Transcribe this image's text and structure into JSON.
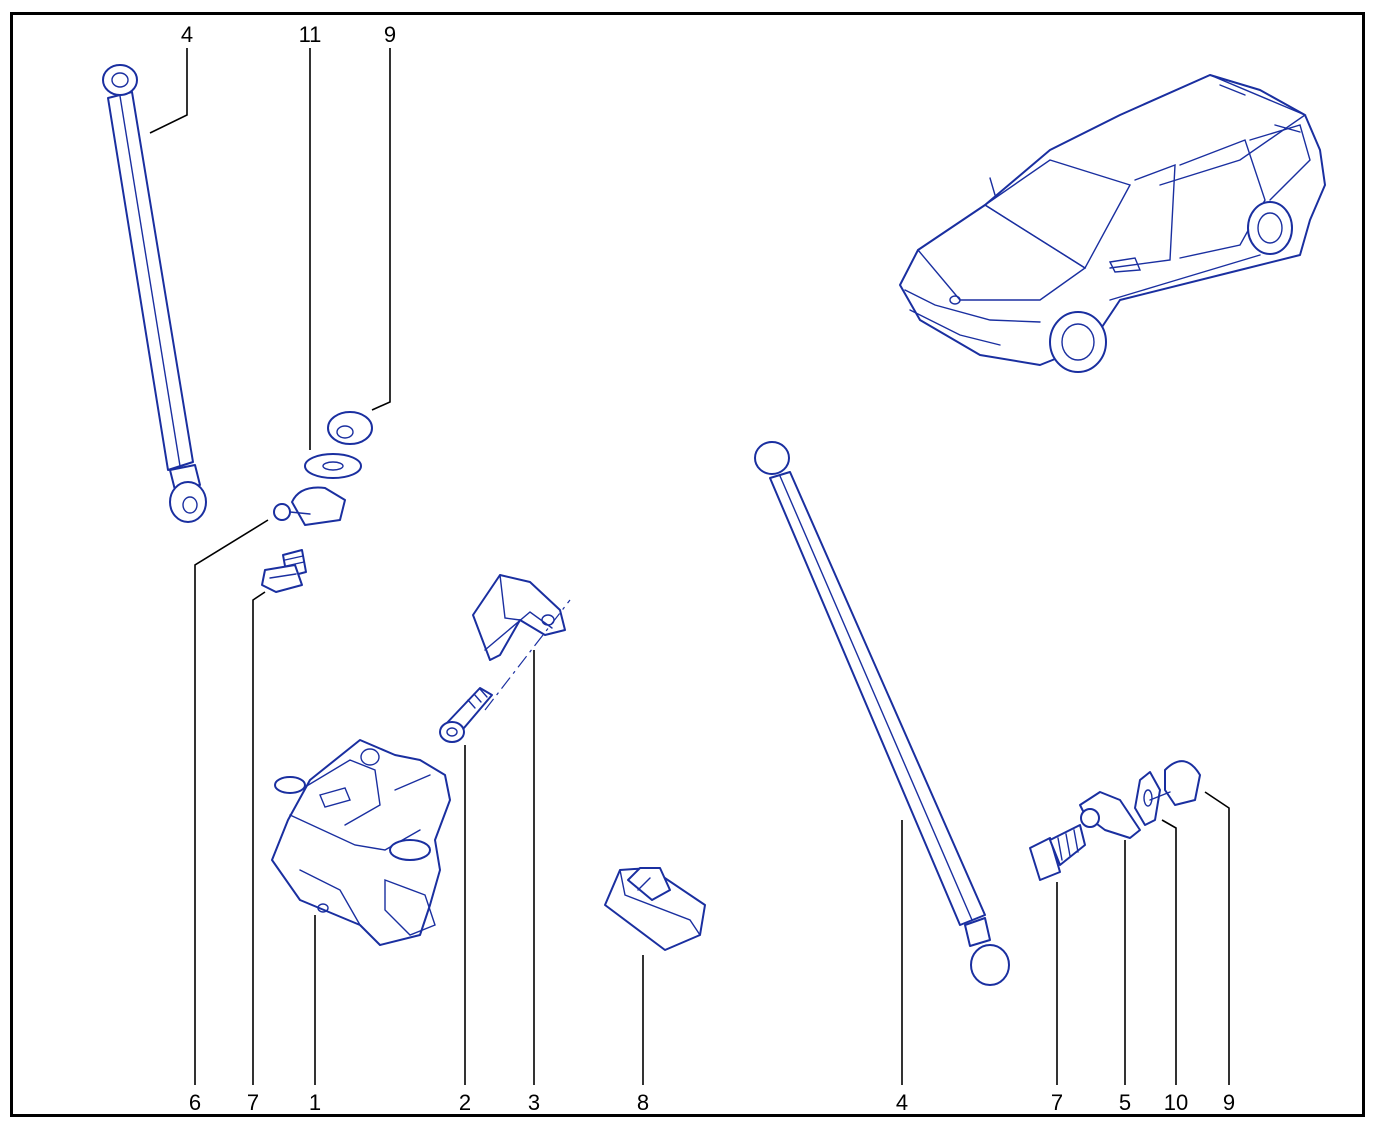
{
  "callouts": [
    {
      "id": "top-4",
      "text": "4"
    },
    {
      "id": "top-11",
      "text": "11"
    },
    {
      "id": "top-9",
      "text": "9"
    },
    {
      "id": "bot-6",
      "text": "6"
    },
    {
      "id": "bot-7a",
      "text": "7"
    },
    {
      "id": "bot-1",
      "text": "1"
    },
    {
      "id": "bot-2",
      "text": "2"
    },
    {
      "id": "bot-3",
      "text": "3"
    },
    {
      "id": "bot-8",
      "text": "8"
    },
    {
      "id": "bot-4",
      "text": "4"
    },
    {
      "id": "bot-7b",
      "text": "7"
    },
    {
      "id": "bot-5",
      "text": "5"
    },
    {
      "id": "bot-10",
      "text": "10"
    },
    {
      "id": "bot-9",
      "text": "9"
    }
  ],
  "colors": {
    "line_art": "#1a2fa0",
    "callout": "#000000",
    "frame": "#000000"
  }
}
